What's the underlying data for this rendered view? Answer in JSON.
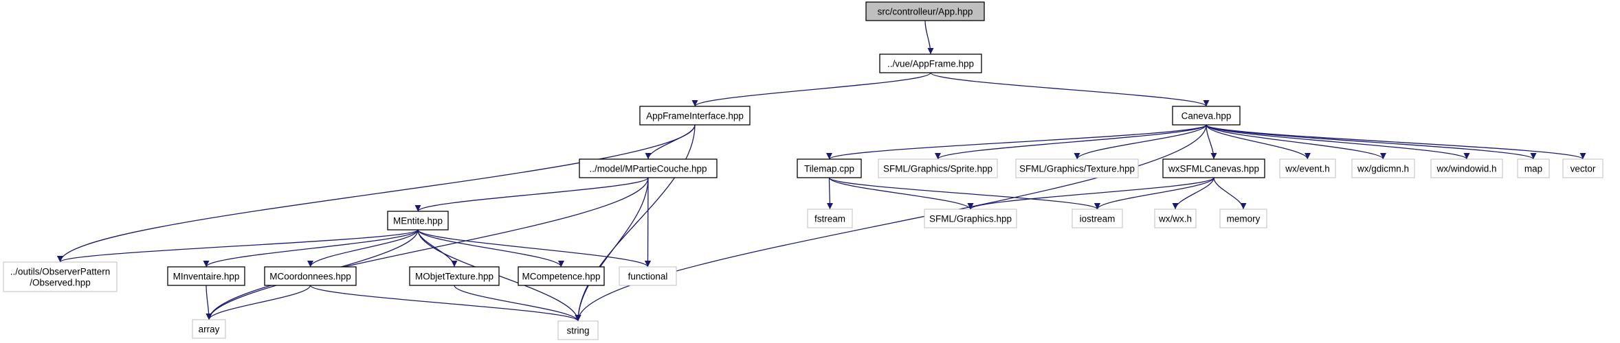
{
  "diagram": {
    "colors": {
      "edge": "#191970",
      "box_border_solid": "#000000",
      "box_border_gray": "#bfbfbf",
      "root_fill": "#bfbfbf",
      "text": "#000000"
    },
    "nodes": [
      {
        "id": "app",
        "label": "src/controlleur/App.hpp",
        "kind": "root"
      },
      {
        "id": "appframe",
        "label": "../vue/AppFrame.hpp",
        "kind": "solid"
      },
      {
        "id": "afi",
        "label": "AppFrameInterface.hpp",
        "kind": "solid"
      },
      {
        "id": "caneva",
        "label": "Caneva.hpp",
        "kind": "solid"
      },
      {
        "id": "mpc",
        "label": "../model/MPartieCouche.hpp",
        "kind": "solid"
      },
      {
        "id": "tilemap",
        "label": "Tilemap.cpp",
        "kind": "solid"
      },
      {
        "id": "sprite",
        "label": "SFML/Graphics/Sprite.hpp",
        "kind": "gray"
      },
      {
        "id": "texture",
        "label": "SFML/Graphics/Texture.hpp",
        "kind": "gray"
      },
      {
        "id": "wxsfml",
        "label": "wxSFMLCanevas.hpp",
        "kind": "solid"
      },
      {
        "id": "event",
        "label": "wx/event.h",
        "kind": "gray"
      },
      {
        "id": "gdicmn",
        "label": "wx/gdicmn.h",
        "kind": "gray"
      },
      {
        "id": "windowid",
        "label": "wx/windowid.h",
        "kind": "gray"
      },
      {
        "id": "map",
        "label": "map",
        "kind": "gray"
      },
      {
        "id": "vector",
        "label": "vector",
        "kind": "gray"
      },
      {
        "id": "mentite",
        "label": "MEntite.hpp",
        "kind": "solid"
      },
      {
        "id": "fstream",
        "label": "fstream",
        "kind": "gray"
      },
      {
        "id": "sfmlgfx",
        "label": "SFML/Graphics.hpp",
        "kind": "gray"
      },
      {
        "id": "iostream",
        "label": "iostream",
        "kind": "gray"
      },
      {
        "id": "wxwx",
        "label": "wx/wx.h",
        "kind": "gray"
      },
      {
        "id": "memory",
        "label": "memory",
        "kind": "gray"
      },
      {
        "id": "observed",
        "label": "../outils/ObserverPattern",
        "label2": "/Observed.hpp",
        "kind": "gray"
      },
      {
        "id": "minv",
        "label": "MInventaire.hpp",
        "kind": "solid"
      },
      {
        "id": "mcoord",
        "label": "MCoordonnees.hpp",
        "kind": "solid"
      },
      {
        "id": "mobjtex",
        "label": "MObjetTexture.hpp",
        "kind": "solid"
      },
      {
        "id": "mcomp",
        "label": "MCompetence.hpp",
        "kind": "solid"
      },
      {
        "id": "functional",
        "label": "functional",
        "kind": "gray"
      },
      {
        "id": "array",
        "label": "array",
        "kind": "gray"
      },
      {
        "id": "string",
        "label": "string",
        "kind": "gray"
      }
    ],
    "edges": [
      [
        "app",
        "appframe"
      ],
      [
        "appframe",
        "afi"
      ],
      [
        "appframe",
        "caneva"
      ],
      [
        "afi",
        "observed"
      ],
      [
        "afi",
        "mpc"
      ],
      [
        "afi",
        "string"
      ],
      [
        "mpc",
        "array"
      ],
      [
        "mpc",
        "mentite"
      ],
      [
        "mpc",
        "functional"
      ],
      [
        "mpc",
        "string"
      ],
      [
        "caneva",
        "string"
      ],
      [
        "caneva",
        "tilemap"
      ],
      [
        "caneva",
        "sprite"
      ],
      [
        "caneva",
        "texture"
      ],
      [
        "caneva",
        "wxsfml"
      ],
      [
        "caneva",
        "event"
      ],
      [
        "caneva",
        "gdicmn"
      ],
      [
        "caneva",
        "windowid"
      ],
      [
        "caneva",
        "map"
      ],
      [
        "caneva",
        "vector"
      ],
      [
        "tilemap",
        "fstream"
      ],
      [
        "tilemap",
        "sfmlgfx"
      ],
      [
        "tilemap",
        "iostream"
      ],
      [
        "wxsfml",
        "sfmlgfx"
      ],
      [
        "wxsfml",
        "iostream"
      ],
      [
        "wxsfml",
        "wxwx"
      ],
      [
        "wxsfml",
        "memory"
      ],
      [
        "mentite",
        "observed"
      ],
      [
        "mentite",
        "minv"
      ],
      [
        "mentite",
        "mcoord"
      ],
      [
        "mentite",
        "mobjtex"
      ],
      [
        "mentite",
        "mcomp"
      ],
      [
        "mentite",
        "functional"
      ],
      [
        "mentite",
        "array"
      ],
      [
        "mentite",
        "string"
      ],
      [
        "minv",
        "array"
      ],
      [
        "mcoord",
        "array"
      ],
      [
        "mcoord",
        "string"
      ],
      [
        "mobjtex",
        "string"
      ]
    ]
  }
}
